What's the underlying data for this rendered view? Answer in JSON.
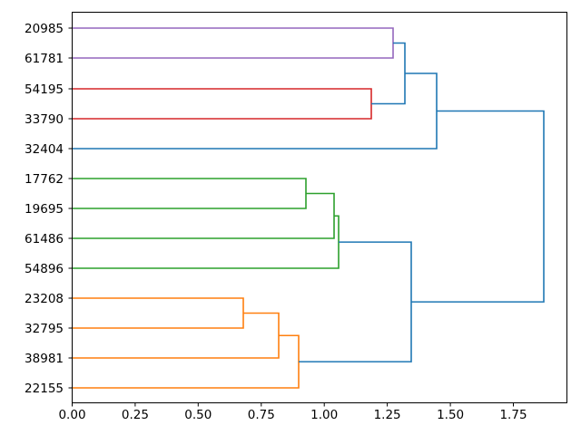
{
  "chart_data": {
    "type": "dendrogram",
    "title": "",
    "xlabel": "",
    "ylabel": "",
    "orientation": "left",
    "grid": false,
    "legend": null,
    "xlim": [
      0.0,
      1.966
    ],
    "xticks": [
      0.0,
      0.25,
      0.5,
      0.75,
      1.0,
      1.25,
      1.5,
      1.75
    ],
    "xtick_labels": [
      "0.00",
      "0.25",
      "0.50",
      "0.75",
      "1.00",
      "1.25",
      "1.50",
      "1.75"
    ],
    "leaf_labels": [
      "20985",
      "61781",
      "54195",
      "33790",
      "32404",
      "17762",
      "19695",
      "61486",
      "54896",
      "23208",
      "32795",
      "38981",
      "22155"
    ],
    "leaf_colors": [
      "#9467bd",
      "#9467bd",
      "#d62728",
      "#d62728",
      "#1f77b4",
      "#2ca02c",
      "#2ca02c",
      "#2ca02c",
      "#2ca02c",
      "#ff7f0e",
      "#ff7f0e",
      "#ff7f0e",
      "#ff7f0e"
    ],
    "link_color_palette": {
      "blue": "#1f77b4",
      "orange": "#ff7f0e",
      "green": "#2ca02c",
      "red": "#d62728",
      "purple": "#9467bd"
    },
    "links": [
      {
        "id": "L1",
        "label": "23208 + 32795",
        "members": [
          "23208",
          "32795"
        ],
        "distance": 0.68,
        "color": "#ff7f0e"
      },
      {
        "id": "L2",
        "label": "(23208,32795) + 38981",
        "members": [
          "23208",
          "32795",
          "38981"
        ],
        "distance": 0.82,
        "color": "#ff7f0e"
      },
      {
        "id": "L3",
        "label": "(23208,32795,38981) + 22155",
        "members": [
          "23208",
          "32795",
          "38981",
          "22155"
        ],
        "distance": 0.9,
        "color": "#ff7f0e"
      },
      {
        "id": "L4",
        "label": "17762 + 19695",
        "members": [
          "17762",
          "19695"
        ],
        "distance": 0.93,
        "color": "#2ca02c"
      },
      {
        "id": "L5",
        "label": "(17762,19695) + 61486",
        "members": [
          "17762",
          "19695",
          "61486"
        ],
        "distance": 1.04,
        "color": "#2ca02c"
      },
      {
        "id": "L6",
        "label": "(17762,19695,61486) + 54896",
        "members": [
          "17762",
          "19695",
          "61486",
          "54896"
        ],
        "distance": 1.06,
        "color": "#2ca02c"
      },
      {
        "id": "L7",
        "label": "54195 + 33790",
        "members": [
          "54195",
          "33790"
        ],
        "distance": 1.19,
        "color": "#d62728"
      },
      {
        "id": "L8",
        "label": "20985 + 61781",
        "members": [
          "20985",
          "61781"
        ],
        "distance": 1.275,
        "color": "#9467bd"
      },
      {
        "id": "L9",
        "label": "purple cluster + red cluster",
        "members": [
          "20985",
          "61781",
          "54195",
          "33790"
        ],
        "distance": 1.32,
        "color": "#1f77b4"
      },
      {
        "id": "L10",
        "label": "green cluster + orange cluster",
        "members": [
          "17762",
          "19695",
          "61486",
          "54896",
          "23208",
          "32795",
          "38981",
          "22155"
        ],
        "distance": 1.345,
        "color": "#1f77b4"
      },
      {
        "id": "L11",
        "label": "upper cluster + 32404",
        "members": [
          "20985",
          "61781",
          "54195",
          "33790",
          "32404"
        ],
        "distance": 1.45,
        "color": "#1f77b4"
      },
      {
        "id": "L12",
        "label": "root",
        "members": [
          "all"
        ],
        "distance": 1.87,
        "color": "#1f77b4"
      }
    ]
  },
  "axes": {
    "spine_color": "#000000",
    "background": "#ffffff"
  }
}
